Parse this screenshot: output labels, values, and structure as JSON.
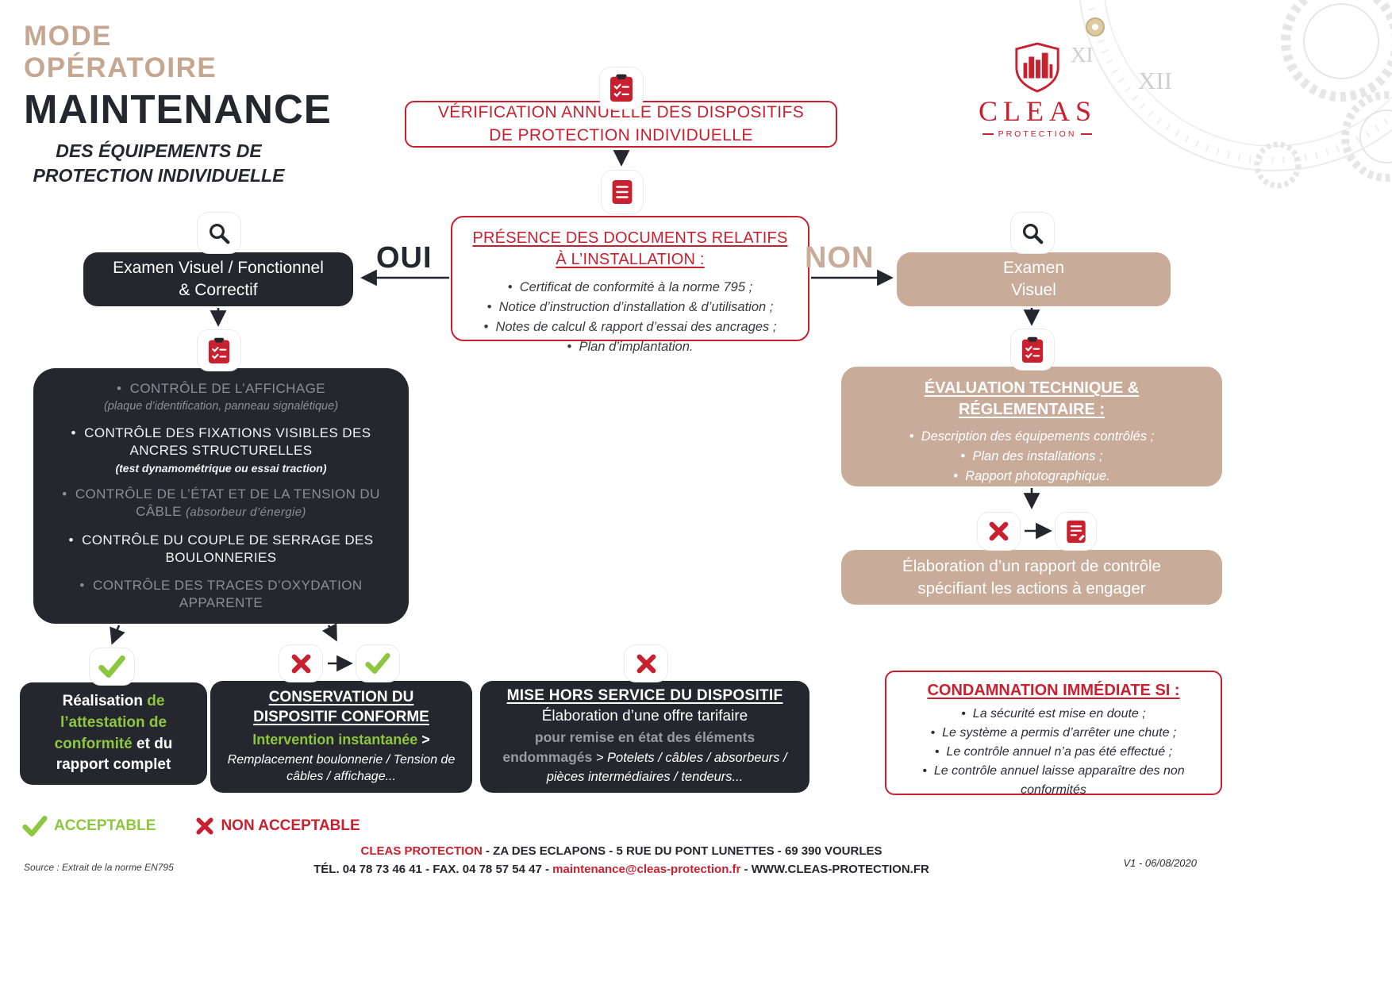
{
  "colors": {
    "dark": "#26262e",
    "red": "#c8202f",
    "green": "#8dc63f",
    "beige": "#c8ab99"
  },
  "header": {
    "kicker": "MODE OPÉRATOIRE",
    "title": "MAINTENANCE",
    "subtitle_line1": "DES ÉQUIPEMENTS DE",
    "subtitle_line2": "PROTECTION INDIVIDUELLE"
  },
  "logo": {
    "name": "CLEAS",
    "tagline": "PROTECTION",
    "clock_numeral_1": "XI",
    "clock_numeral_2": "XII"
  },
  "flow": {
    "start": {
      "line1": "VÉRIFICATION ANNUELLE DES DISPOSITIFS",
      "line2": "DE PROTECTION INDIVIDUELLE"
    },
    "documents": {
      "title_line1": "PRÉSENCE DES DOCUMENTS RELATIFS",
      "title_line2": "À L’INSTALLATION :",
      "items": [
        "Certificat de conformité à la norme 795 ;",
        "Notice d’instruction d’installation & d’utilisation ;",
        "Notes de calcul & rapport d’essai des ancrages ;",
        "Plan d’implantation."
      ]
    },
    "branch_yes": "OUI",
    "branch_no": "NON",
    "exam_left": {
      "line1": "Examen Visuel / Fonctionnel",
      "line2": "& Correctif"
    },
    "checks": {
      "items": [
        {
          "main": "CONTRÔLE DE L’AFFICHAGE",
          "sub": "(plaque d’identification, panneau signalétique)"
        },
        {
          "main": "CONTRÔLE DES FIXATIONS VISIBLES DES ANCRES STRUCTURELLES",
          "sub": "(test dynamométrique ou essai traction)"
        },
        {
          "main": "CONTRÔLE DE L’ÉTAT ET DE LA TENSION DU CÂBLE",
          "sub": "(absorbeur d’énergie)"
        },
        {
          "main": "CONTRÔLE DU COUPLE DE SERRAGE DES BOULONNERIES",
          "sub": ""
        },
        {
          "main": "CONTRÔLE DES TRACES D’OXYDATION APPARENTE",
          "sub": ""
        }
      ]
    },
    "attestation": {
      "seg_white_1": "Réalisation ",
      "seg_green": "de l’attestation de conformité",
      "seg_white_2": " et du rapport complet"
    },
    "conservation": {
      "title_line1": "CONSERVATION DU",
      "title_line2": "DISPOSITIF CONFORME",
      "highlight": "Intervention instantanée",
      "chevron": " >",
      "detail": "Remplacement boulonnerie / Tension de câbles / affichage..."
    },
    "hors_service": {
      "title": "MISE HORS SERVICE DU DISPOSITIF",
      "line1": "Élaboration d’une offre tarifaire",
      "gray_segment": "pour remise en état des éléments endommagés",
      "detail": " > Potelets / câbles / absorbeurs / pièces intermédiaires / tendeurs..."
    },
    "exam_right": {
      "line1": "Examen",
      "line2": "Visuel"
    },
    "evaluation": {
      "title_line1": "ÉVALUATION TECHNIQUE &",
      "title_line2": "RÉGLEMENTAIRE :",
      "items": [
        "Description des équipements contrôlés ;",
        "Plan des installations ;",
        "Rapport photographique."
      ]
    },
    "rapport": {
      "line1": "Élaboration d’un rapport de contrôle",
      "line2": "spécifiant les actions à engager"
    },
    "condamnation": {
      "title": "CONDAMNATION IMMÉDIATE SI :",
      "items": [
        "La sécurité est mise en doute ;",
        "Le système a permis d’arrêter une chute ;",
        "Le contrôle annuel n’a pas été effectué ;",
        "Le contrôle annuel laisse apparaître des non conformités"
      ]
    }
  },
  "legend": {
    "acceptable": "ACCEPTABLE",
    "not_acceptable": "NON ACCEPTABLE"
  },
  "footer": {
    "source": "Source : Extrait de la norme EN795",
    "company": "CLEAS PROTECTION",
    "address": " - ZA DES ECLAPONS - 5 RUE DU PONT LUNETTES - 69 390 VOURLES",
    "contact_prefix": "TÉL. 04 78 73 46 41 - FAX. 04 78 57 54 47 - ",
    "email": "maintenance@cleas-protection.fr",
    "website": " - WWW.CLEAS-PROTECTION.FR",
    "version": "V1 - 06/08/2020"
  }
}
